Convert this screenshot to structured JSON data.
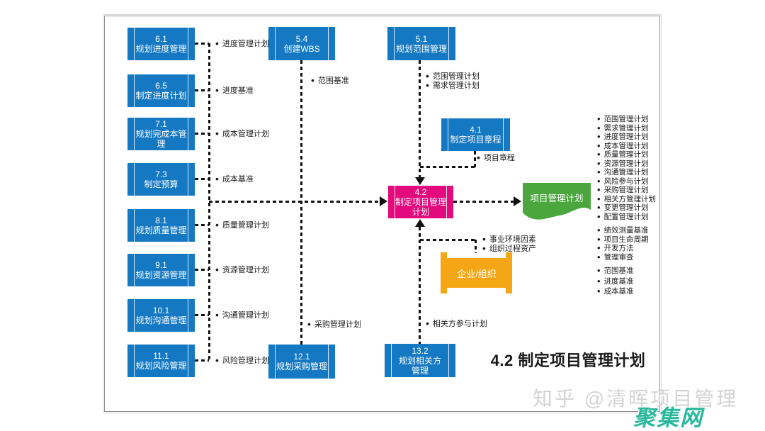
{
  "diagram": {
    "caption": "4.2 制定项目管理计划",
    "colors": {
      "process_blue": "#1478c3",
      "highlight_magenta": "#e20a7d",
      "output_green": "#4ba63e",
      "org_orange": "#f5a614",
      "line_black": "#111111",
      "juji_teal": "#28b89c"
    },
    "boxes": {
      "b61": "6.1\n规划进度管理",
      "b65": "6.5\n制定进度计划",
      "b71": "7.1\n规划完成本管\n理",
      "b73": "7.3\n制定预算",
      "b81": "8.1\n规划质量管理",
      "b91": "9.1\n规划资源管理",
      "b101": "10.1\n规划沟通管理",
      "b111": "11.1\n规划风险管理",
      "b54": "5.4\n创建WBS",
      "b121": "12.1\n规划采购管理",
      "b51": "5.1\n规划范围管理",
      "b41": "4.1\n制定项目章程",
      "b132": "13.2\n规划相关方\n管理",
      "b42": "4.2\n制定项目管理\n计划"
    },
    "shapes": {
      "flag_label": "项目管理计划",
      "org_label": "企业/组织"
    },
    "edge_labels": {
      "schedule_mgmt_plan": "进度管理计划",
      "schedule_baseline": "进度基准",
      "cost_mgmt_plan": "成本管理计划",
      "cost_baseline": "成本基准",
      "quality_mgmt_plan": "质量管理计划",
      "resource_mgmt_plan": "资源管理计划",
      "comms_mgmt_plan": "沟通管理计划",
      "risk_mgmt_plan": "风险管理计划",
      "scope_baseline": "范围基准",
      "procurement_mgmt_plan": "采购管理计划",
      "scope_mgmt_plan": "范围管理计划",
      "requirements_mgmt_plan": "需求管理计划",
      "project_charter": "项目章程",
      "eef": "事业环境因素",
      "opa": "组织过程资产",
      "stakeholder_engagement_plan": "相关方参与计划"
    },
    "output_lists": {
      "plans": [
        "范围管理计划",
        "需求管理计划",
        "进度管理计划",
        "成本管理计划",
        "质量管理计划",
        "资源管理计划",
        "沟通管理计划",
        "风险参与计划",
        "采购管理计划",
        "相关方管理计划",
        "变更管理计划",
        "配置管理计划"
      ],
      "additional": [
        "绩效测量基准",
        "项目生命周期",
        "开发方法",
        "管理审查"
      ],
      "baselines": [
        "范围基准",
        "进度基准",
        "成本基准"
      ]
    }
  },
  "watermarks": {
    "zhihu": "知乎 @清晖项目管理",
    "juji": "聚集网"
  }
}
